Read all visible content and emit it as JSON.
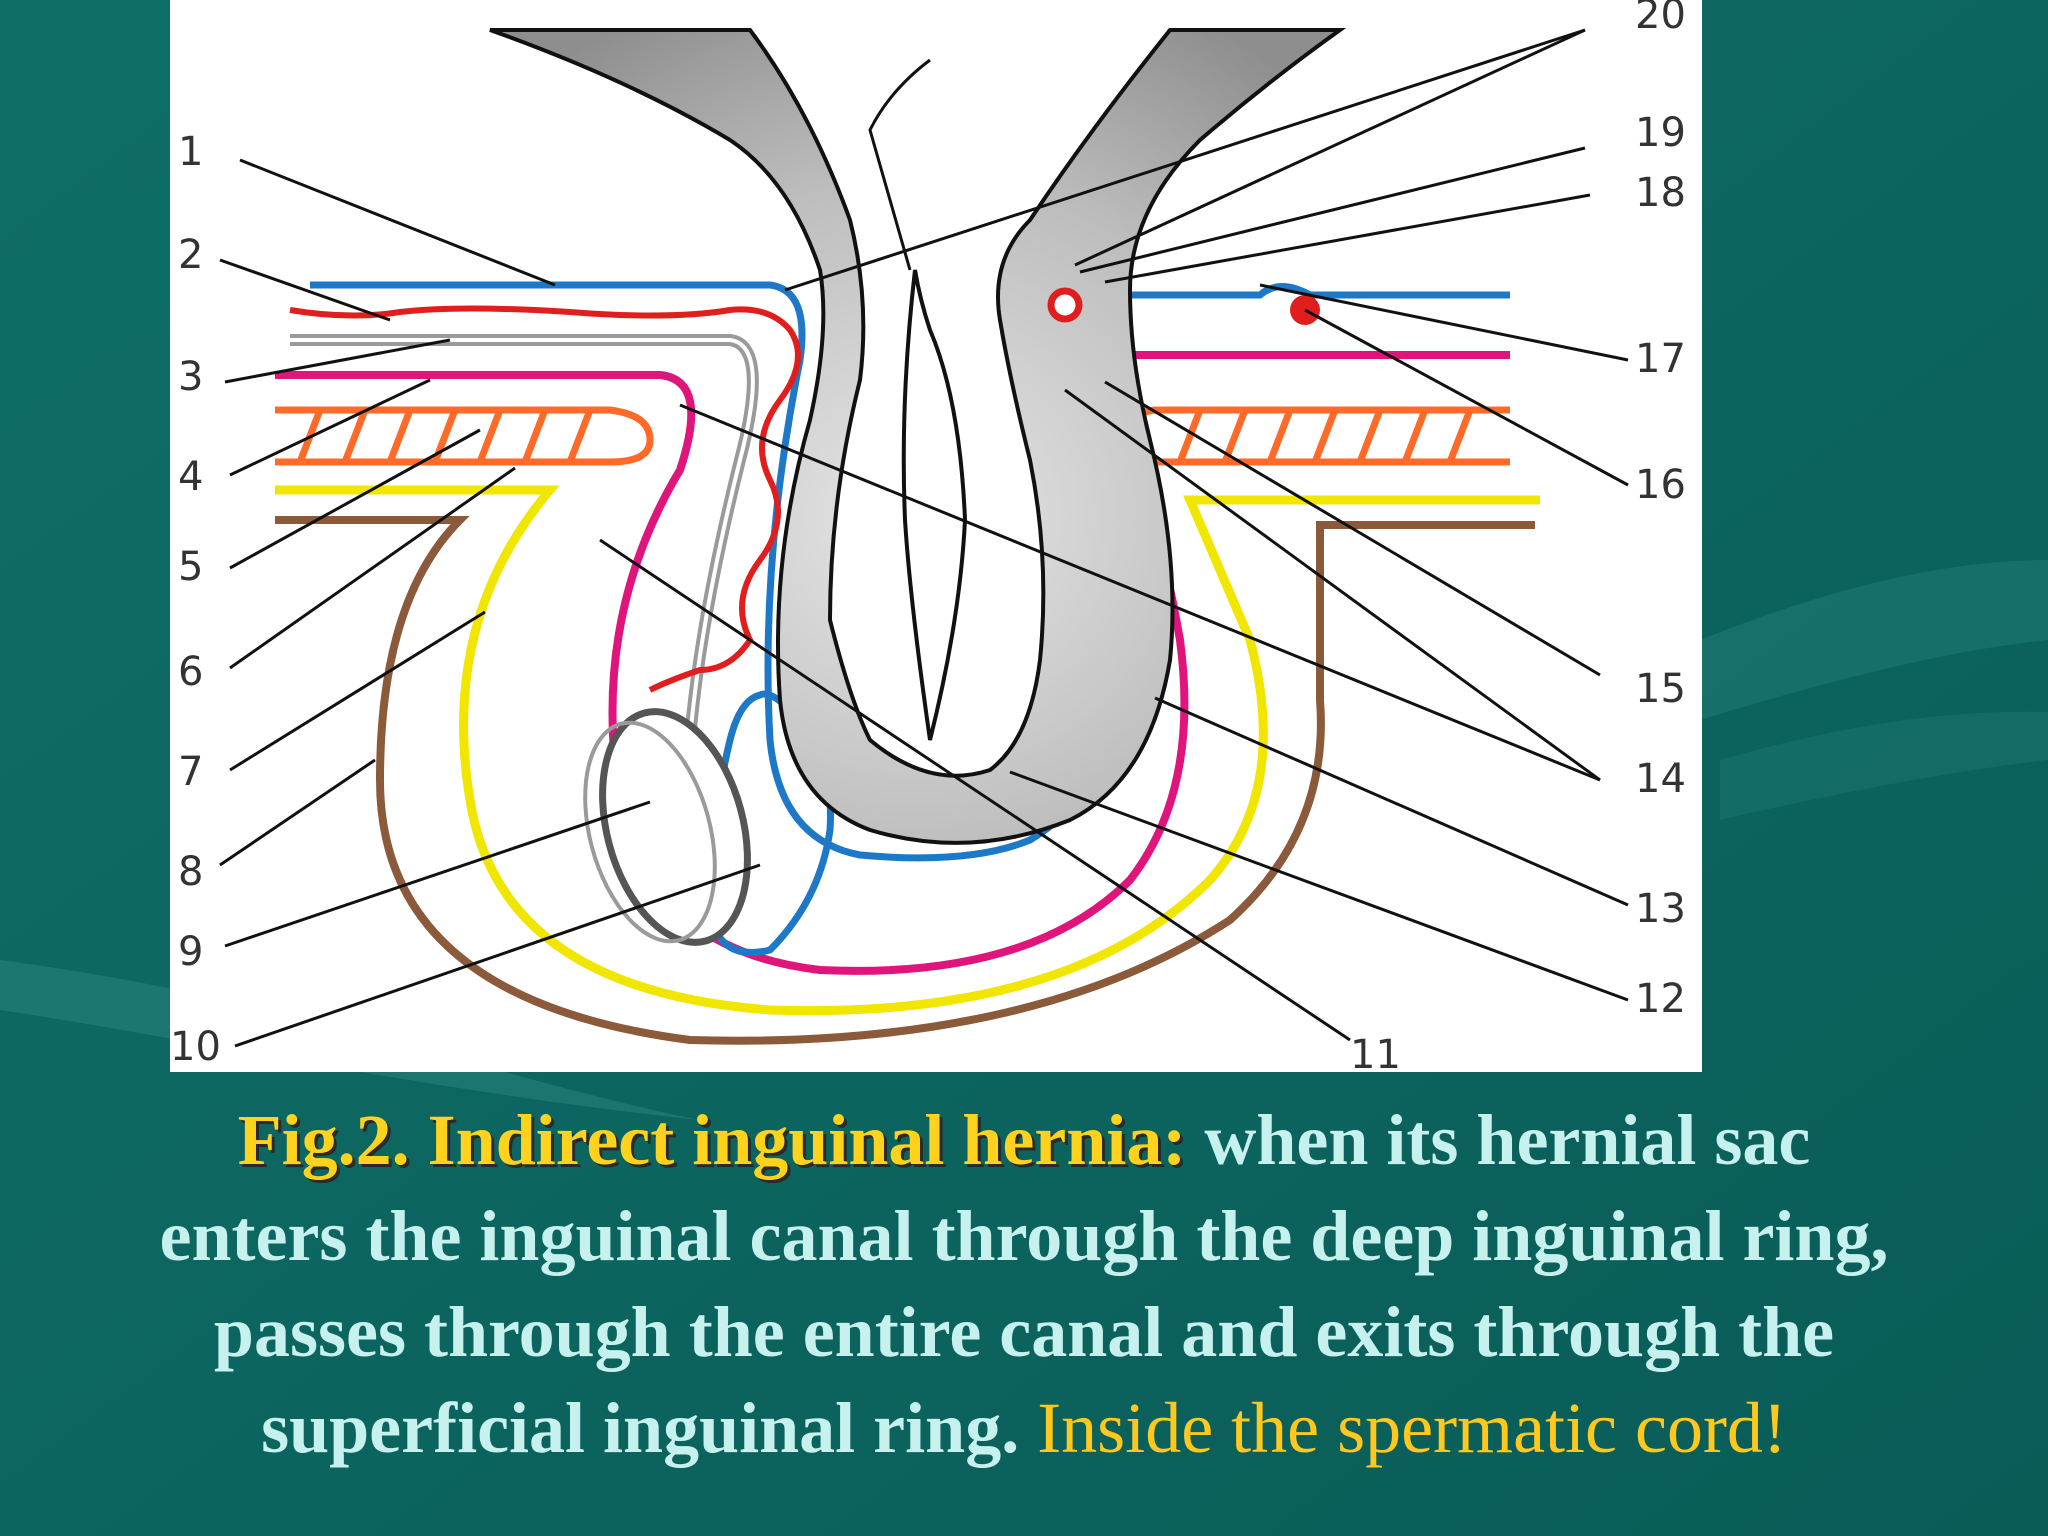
{
  "figure": {
    "labels": [
      "1",
      "2",
      "3",
      "4",
      "5",
      "6",
      "7",
      "8",
      "9",
      "10",
      "11",
      "12",
      "13",
      "14",
      "15",
      "16",
      "17",
      "18",
      "19",
      "20"
    ]
  },
  "caption": {
    "lead": "Fig.2. Indirect inguinal hernia:",
    "line1": " when its hernial sac",
    "line2": "enters the inguinal canal through the deep inguinal ring,",
    "line3": "passes through the entire canal and exits through the",
    "line4": "superficial inguinal ring. ",
    "tail": "Inside the spermatic cord!"
  },
  "colors": {
    "background": "#0e6a64",
    "lead_text": "#ffd21e",
    "body_text": "#c6f1ee",
    "tail_text": "#ffc81e",
    "peritoneum_blue": "#1e78c8",
    "fascia_pink": "#e0157c",
    "vessel_red": "#e01e1e",
    "muscle_orange": "#ff6a28",
    "aponeurosis_yellow": "#f0e600",
    "skin_brown": "#8a5a3a"
  }
}
